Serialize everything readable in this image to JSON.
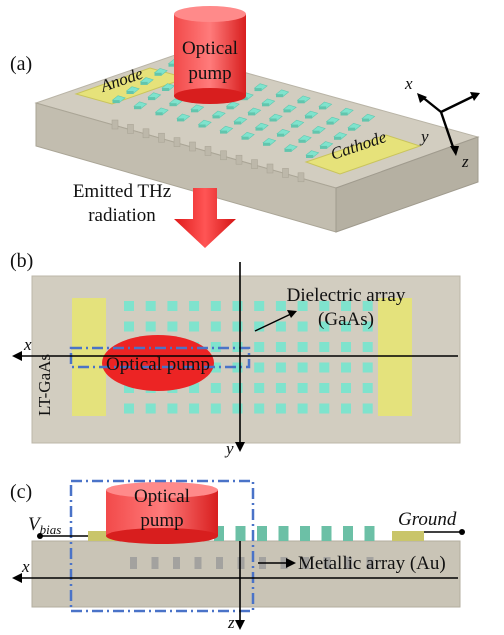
{
  "panels": {
    "a": {
      "label": "(a)",
      "anode": "Anode",
      "cathode": "Cathode",
      "pump_line1": "Optical",
      "pump_line2": "pump",
      "emitted_line1": "Emitted THz",
      "emitted_line2": "radiation",
      "axis_x": "x",
      "axis_y": "y",
      "axis_z": "z"
    },
    "b": {
      "label": "(b)",
      "dielectric_line1": "Dielectric array",
      "dielectric_line2": "(GaAs)",
      "pump": "Optical pump",
      "substrate": "LT-GaAs",
      "axis_x": "x",
      "axis_y": "y"
    },
    "c": {
      "label": "(c)",
      "pump_line1": "Optical",
      "pump_line2": "pump",
      "vbias_main": "V",
      "vbias_sub": "bias",
      "ground": "Ground",
      "metallic": "Metallic array (Au)",
      "axis_x": "x",
      "axis_z": "z"
    }
  },
  "colors": {
    "substrate": "#cdc8bb",
    "electrode": "#e6e27a",
    "cube": "#7fe3cd",
    "pump": "#ec2c2c",
    "dash": "#4a73c8",
    "metal": "#9a9a9a"
  }
}
